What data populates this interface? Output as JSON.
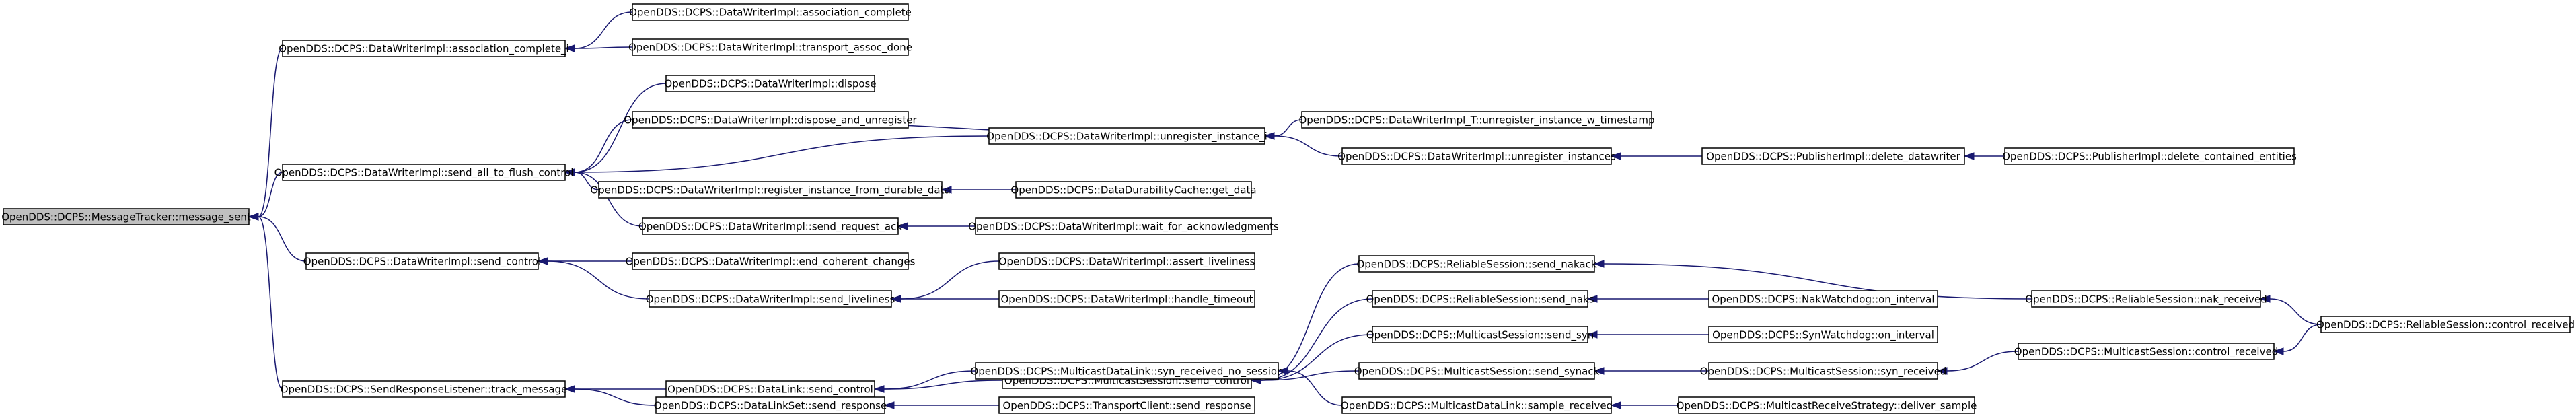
{
  "graph": {
    "nodes": [
      {
        "id": "n0",
        "label": "OpenDDS::DCPS::MessageTracker::message_sent",
        "root": true
      },
      {
        "id": "n1",
        "label": "OpenDDS::DCPS::DataWriterImpl::association_complete_i"
      },
      {
        "id": "n2",
        "label": "OpenDDS::DCPS::DataWriterImpl::association_complete"
      },
      {
        "id": "n3",
        "label": "OpenDDS::DCPS::DataWriterImpl::transport_assoc_done"
      },
      {
        "id": "n4",
        "label": "OpenDDS::DCPS::DataWriterImpl::send_all_to_flush_control"
      },
      {
        "id": "n5",
        "label": "OpenDDS::DCPS::DataWriterImpl::dispose"
      },
      {
        "id": "n6",
        "label": "OpenDDS::DCPS::DataWriterImpl::dispose_and_unregister"
      },
      {
        "id": "n7",
        "label": "OpenDDS::DCPS::DataWriterImpl::unregister_instance_i"
      },
      {
        "id": "n8",
        "label": "OpenDDS::DCPS::DataWriterImpl_T::unregister_instance_w_timestamp"
      },
      {
        "id": "n9",
        "label": "OpenDDS::DCPS::DataWriterImpl::unregister_instances"
      },
      {
        "id": "n10",
        "label": "OpenDDS::DCPS::PublisherImpl::delete_datawriter"
      },
      {
        "id": "n11",
        "label": "OpenDDS::DCPS::PublisherImpl::delete_contained_entities"
      },
      {
        "id": "n12",
        "label": "OpenDDS::DCPS::DataWriterImpl::register_instance_from_durable_data"
      },
      {
        "id": "n13",
        "label": "OpenDDS::DCPS::DataDurabilityCache::get_data"
      },
      {
        "id": "n14",
        "label": "OpenDDS::DCPS::DataWriterImpl::send_request_ack"
      },
      {
        "id": "n15",
        "label": "OpenDDS::DCPS::DataWriterImpl::wait_for_acknowledgments"
      },
      {
        "id": "n16",
        "label": "OpenDDS::DCPS::DataWriterImpl::send_control"
      },
      {
        "id": "n17",
        "label": "OpenDDS::DCPS::DataWriterImpl::end_coherent_changes"
      },
      {
        "id": "n18",
        "label": "OpenDDS::DCPS::DataWriterImpl::send_liveliness"
      },
      {
        "id": "n19",
        "label": "OpenDDS::DCPS::DataWriterImpl::assert_liveliness"
      },
      {
        "id": "n20",
        "label": "OpenDDS::DCPS::DataWriterImpl::handle_timeout"
      },
      {
        "id": "n21",
        "label": "OpenDDS::DCPS::SendResponseListener::track_message"
      },
      {
        "id": "n22",
        "label": "OpenDDS::DCPS::DataLink::send_control"
      },
      {
        "id": "n23",
        "label": "OpenDDS::DCPS::MulticastSession::send_control"
      },
      {
        "id": "n24",
        "label": "OpenDDS::DCPS::ReliableSession::send_nakack"
      },
      {
        "id": "n25",
        "label": "OpenDDS::DCPS::ReliableSession::nak_received"
      },
      {
        "id": "n26",
        "label": "OpenDDS::DCPS::ReliableSession::control_received"
      },
      {
        "id": "n27",
        "label": "OpenDDS::DCPS::ReliableSession::send_naks"
      },
      {
        "id": "n28",
        "label": "OpenDDS::DCPS::NakWatchdog::on_interval"
      },
      {
        "id": "n29",
        "label": "OpenDDS::DCPS::MulticastSession::send_syn"
      },
      {
        "id": "n30",
        "label": "OpenDDS::DCPS::SynWatchdog::on_interval"
      },
      {
        "id": "n31",
        "label": "OpenDDS::DCPS::MulticastSession::send_synack"
      },
      {
        "id": "n32",
        "label": "OpenDDS::DCPS::MulticastSession::syn_received"
      },
      {
        "id": "n33",
        "label": "OpenDDS::DCPS::MulticastSession::control_received"
      },
      {
        "id": "n34",
        "label": "OpenDDS::DCPS::MulticastDataLink::syn_received_no_session"
      },
      {
        "id": "n35",
        "label": "OpenDDS::DCPS::DataLinkSet::send_response"
      },
      {
        "id": "n36",
        "label": "OpenDDS::DCPS::TransportClient::send_response"
      },
      {
        "id": "n37",
        "label": "OpenDDS::DCPS::MulticastDataLink::sample_received"
      },
      {
        "id": "n38",
        "label": "OpenDDS::DCPS::MulticastReceiveStrategy::deliver_sample"
      }
    ],
    "edges": [
      {
        "from": "n1",
        "to": "n0"
      },
      {
        "from": "n4",
        "to": "n0"
      },
      {
        "from": "n16",
        "to": "n0"
      },
      {
        "from": "n21",
        "to": "n0"
      },
      {
        "from": "n2",
        "to": "n1"
      },
      {
        "from": "n3",
        "to": "n1"
      },
      {
        "from": "n5",
        "to": "n4"
      },
      {
        "from": "n6",
        "to": "n4"
      },
      {
        "from": "n7",
        "to": "n4"
      },
      {
        "from": "n12",
        "to": "n4"
      },
      {
        "from": "n14",
        "to": "n4"
      },
      {
        "from": "n6",
        "to": "n7"
      },
      {
        "from": "n8",
        "to": "n7"
      },
      {
        "from": "n9",
        "to": "n7"
      },
      {
        "from": "n10",
        "to": "n9"
      },
      {
        "from": "n11",
        "to": "n10"
      },
      {
        "from": "n13",
        "to": "n12"
      },
      {
        "from": "n15",
        "to": "n14"
      },
      {
        "from": "n17",
        "to": "n16"
      },
      {
        "from": "n18",
        "to": "n16"
      },
      {
        "from": "n19",
        "to": "n18"
      },
      {
        "from": "n20",
        "to": "n18"
      },
      {
        "from": "n22",
        "to": "n21"
      },
      {
        "from": "n35",
        "to": "n21"
      },
      {
        "from": "n23",
        "to": "n22"
      },
      {
        "from": "n34",
        "to": "n22"
      },
      {
        "from": "n24",
        "to": "n23"
      },
      {
        "from": "n27",
        "to": "n23"
      },
      {
        "from": "n29",
        "to": "n23"
      },
      {
        "from": "n31",
        "to": "n23"
      },
      {
        "from": "n25",
        "to": "n24"
      },
      {
        "from": "n26",
        "to": "n25"
      },
      {
        "from": "n28",
        "to": "n27"
      },
      {
        "from": "n30",
        "to": "n29"
      },
      {
        "from": "n32",
        "to": "n31"
      },
      {
        "from": "n33",
        "to": "n32"
      },
      {
        "from": "n26",
        "to": "n33"
      },
      {
        "from": "n37",
        "to": "n34"
      },
      {
        "from": "n36",
        "to": "n35"
      },
      {
        "from": "n38",
        "to": "n37"
      }
    ]
  }
}
